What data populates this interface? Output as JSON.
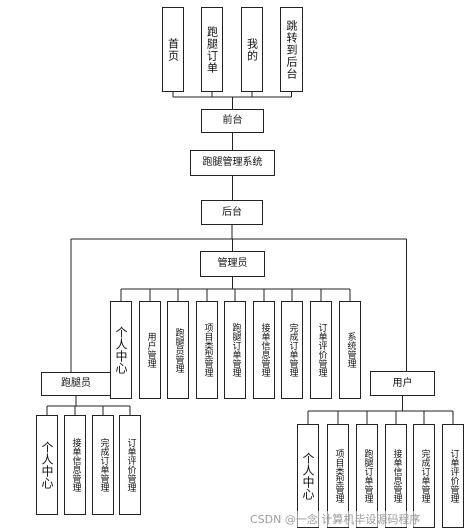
{
  "diagram": {
    "top_items": [
      {
        "id": "b-shouye",
        "label": "首页"
      },
      {
        "id": "b-paotui",
        "label": "跑腿订单"
      },
      {
        "id": "b-wode",
        "label": "我的"
      },
      {
        "id": "b-tiaozhuan",
        "label": "跳转到后台"
      }
    ],
    "qiantai": "前台",
    "system_title": "跑腿管理系统",
    "houtai": "后台",
    "admin": {
      "label": "管理员",
      "children": [
        "个人中心",
        "用户管理",
        "跑腿员管理",
        "项目类型管理",
        "跑腿订单管理",
        "接单信息管理",
        "完成订单管理",
        "订单评价管理",
        "系统管理"
      ]
    },
    "runner": {
      "label": "跑腿员",
      "children": [
        "个人中心",
        "接单信息管理",
        "完成订单管理",
        "订单评价管理"
      ]
    },
    "user": {
      "label": "用户",
      "children": [
        "个人中心",
        "项目类型管理",
        "跑腿订单管理",
        "接单信息管理",
        "完成订单管理",
        "订单评价管理"
      ]
    }
  },
  "watermark": "CSDN @一念 计算机毕设源码程序",
  "line_color": "#222222"
}
